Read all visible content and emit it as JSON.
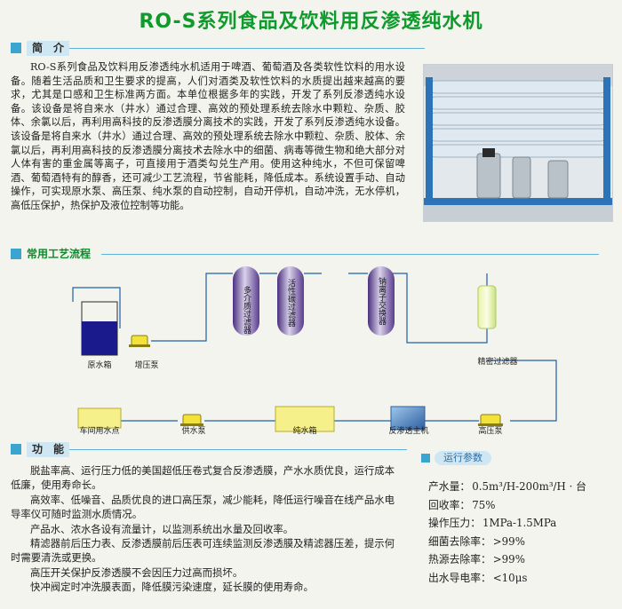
{
  "title": "RO-S系列食品及饮料用反渗透纯水机",
  "sections": {
    "intro": "简　介",
    "process": "常用工艺流程",
    "features": "功　能",
    "params": "运行参数"
  },
  "intro_text": "RO-S系列食品及饮料用反渗透纯水机适用于啤酒、葡萄酒及各类软性饮料的用水设备。随着生活品质和卫生要求的提高，人们对酒类及软性饮料的水质提出越来越高的要求，尤其是口感和卫生标准两方面。本单位根据多年的实践，开发了系列反渗透纯水设备。该设备是将自来水（井水）通过合理、高效的预处理系统去除水中颗粒、杂质、胶体、余氯以后，再利用高科技的反渗透膜分离技术的实践，开发了系列反渗透纯水设备。该设备是将自来水（井水）通过合理、高效的预处理系统去除水中颗粒、杂质、胶体、余氯以后，再利用高科技的反渗透膜分离技术去除水中的细菌、病毒等微生物和绝大部分对人体有害的重金属等离子，可直接用于酒类勾兑生产用。使用这种纯水，不但可保留啤酒、葡萄酒特有的醇香，还可减少工艺流程，节省能耗，降低成本。系统设置手动、自动操作，可实现原水泵、高压泵、纯水泵的自动控制，自动开停机，自动冲洗，无水停机，高低压保护，热保护及液位控制等功能。",
  "flow": {
    "raw_tank": "原水箱",
    "booster_pump": "增压泵",
    "filter1": "多介质过滤器",
    "filter2": "活性碳过滤器",
    "filter3": "钠离子交换器",
    "precision_filter": "精密过滤器",
    "high_pressure_pump": "高压泵",
    "ro_unit": "反渗透主机",
    "pure_tank": "纯水箱",
    "supply_pump": "供水泵",
    "use_point": "车间用水点"
  },
  "features": [
    "脱盐率高、运行压力低的美国超低压卷式复合反渗透膜，产水水质优良，运行成本低廉，使用寿命长。",
    "高效率、低噪音、品质优良的进口高压泵，减少能耗，降低运行噪音在线产品水电导率仪可随时监测水质情况。",
    "产品水、浓水各设有流量计，以监测系统出水量及回收率。",
    "精滤器前后压力表、反渗透膜前后压表可连续监测反渗透膜及精滤器压差，提示何时需要清洗或更换。",
    "高压开关保护反渗透膜不会因压力过高而损坏。",
    "快冲阀定时冲洗膜表面，降低膜污染速度，延长膜的使用寿命。"
  ],
  "params": [
    {
      "label": "产水量：",
      "value": "0.5m³/H-200m³/H · 台"
    },
    {
      "label": "回收率：",
      "value": "75%"
    },
    {
      "label": "操作压力：",
      "value": "1MPa-1.5MPa"
    },
    {
      "label": "细菌去除率：",
      "value": ">99%"
    },
    {
      "label": "热源去除率：",
      "value": ">99%"
    },
    {
      "label": "出水导电率：",
      "value": "<10μs"
    }
  ],
  "colors": {
    "title_green": "#0f9a2c",
    "accent_blue": "#3aa6d0",
    "pipe_blue": "#1e5fa8",
    "water_navy": "#1a1a8c",
    "pump_yellow": "#f3e23a",
    "tank_yellow": "#f6f08a",
    "vessel_purple": "#6f4fa0"
  }
}
